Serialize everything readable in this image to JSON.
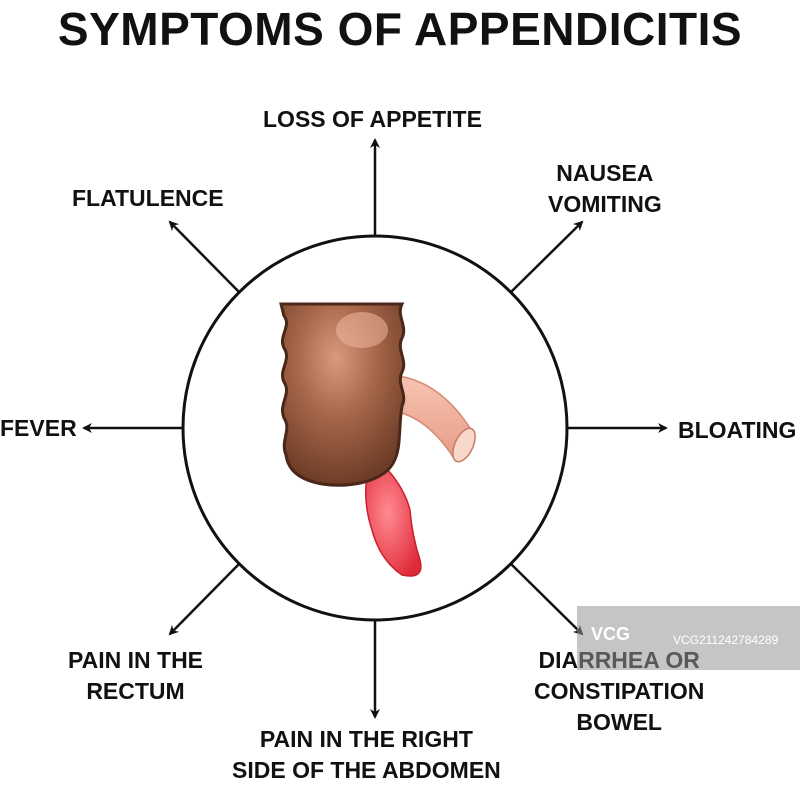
{
  "title": "SYMPTOMS OF APPENDICITIS",
  "symptoms": {
    "loss_of_appetite": "LOSS OF APPETITE",
    "nausea_line1": "NAUSEA",
    "nausea_line2": "VOMITING",
    "flatulence": "FLATULENCE",
    "fever": "FEVER",
    "bloating": "BLOATING",
    "rectum_line1": "PAIN IN THE",
    "rectum_line2": "RECTUM",
    "abdomen_line1": "PAIN IN THE RIGHT",
    "abdomen_line2": "SIDE OF THE ABDOMEN",
    "diarrhea_line1": "DIARRHEA OR",
    "diarrhea_line2": "CONSTIPATION",
    "diarrhea_line3": "BOWEL"
  },
  "watermark": {
    "logo": "VCG",
    "code": "VCG211242784289"
  },
  "colors": {
    "intestine": "#8a4f35",
    "appendix_inflamed": "#e53b45",
    "appendix_healthy": "#f2b3a0",
    "outline": "#111111"
  }
}
